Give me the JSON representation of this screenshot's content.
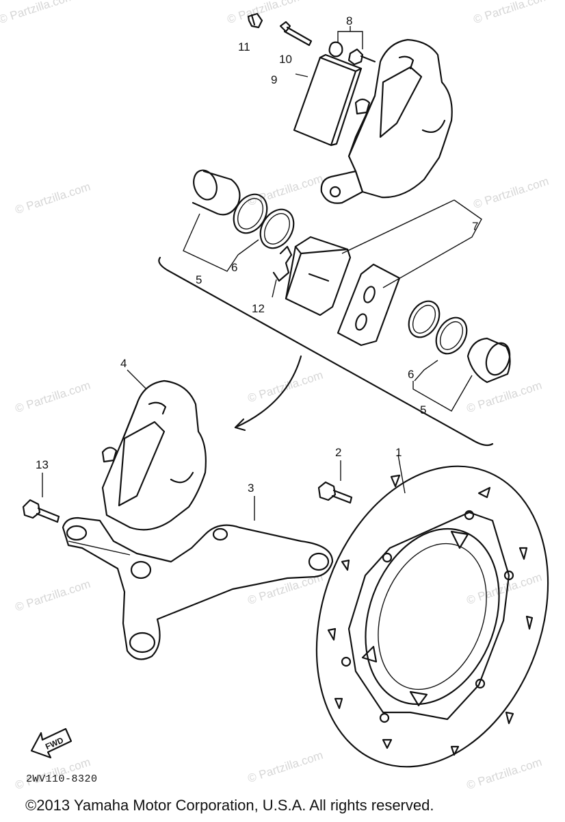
{
  "watermark_text": "© Partzilla.com",
  "callouts": [
    "1",
    "2",
    "3",
    "4",
    "5",
    "6",
    "7",
    "8",
    "9",
    "10",
    "11",
    "12",
    "13"
  ],
  "fwd_label": "FWD",
  "part_number": "2WV110-8320",
  "copyright": "©2013  Yamaha Motor Corporation, U.S.A. All rights reserved."
}
